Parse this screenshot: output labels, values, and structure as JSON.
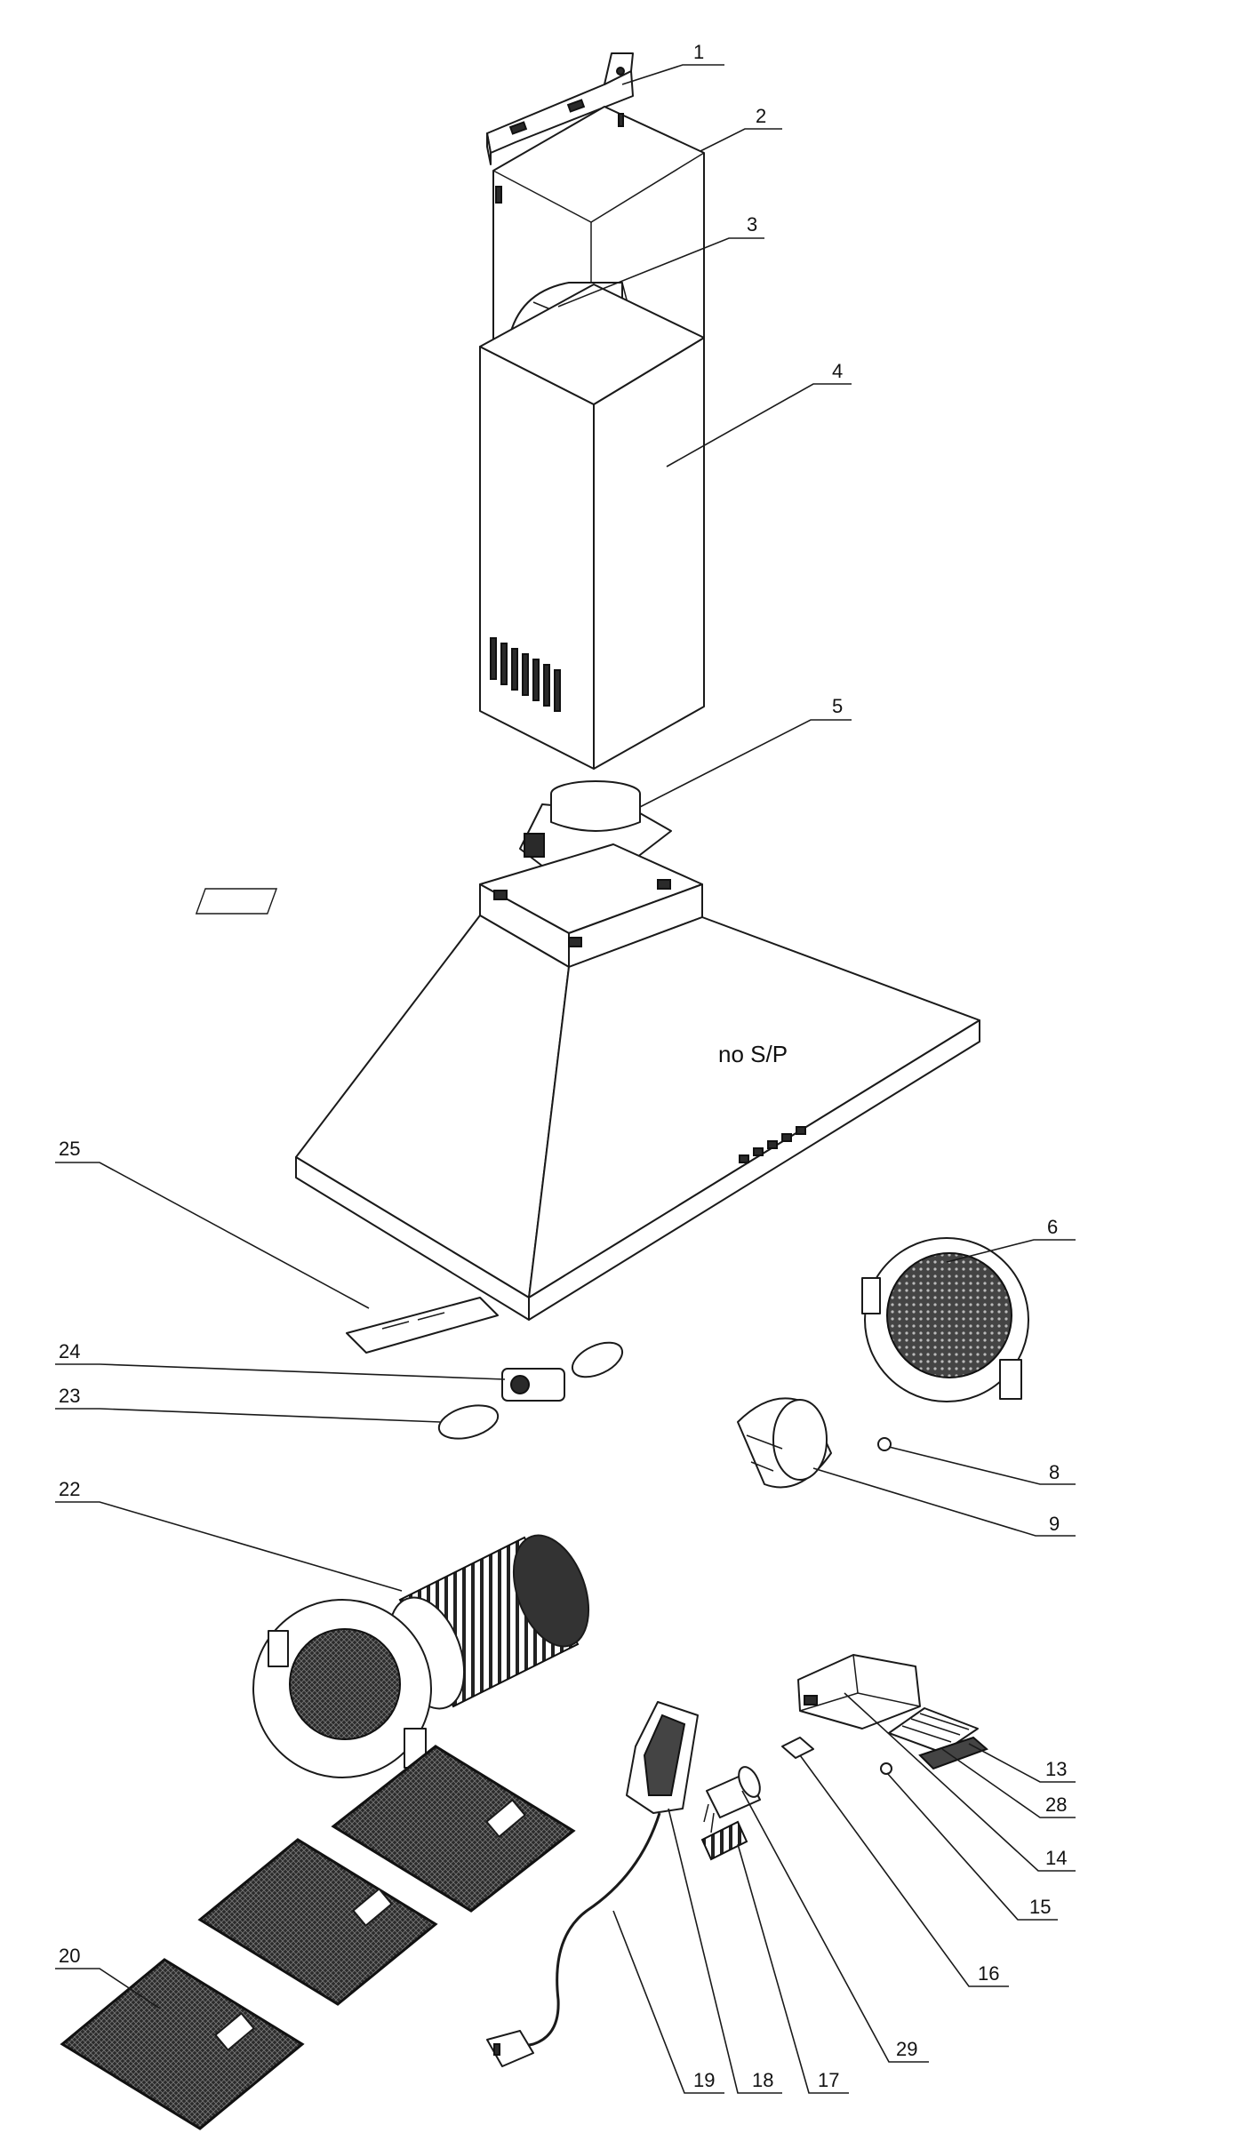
{
  "note": "no S/P",
  "callouts": [
    {
      "id": "c1",
      "label": "1"
    },
    {
      "id": "c2",
      "label": "2"
    },
    {
      "id": "c3",
      "label": "3"
    },
    {
      "id": "c4",
      "label": "4"
    },
    {
      "id": "c5",
      "label": "5"
    },
    {
      "id": "c6",
      "label": "6"
    },
    {
      "id": "c8",
      "label": "8"
    },
    {
      "id": "c9",
      "label": "9"
    },
    {
      "id": "c13",
      "label": "13"
    },
    {
      "id": "c28",
      "label": "28"
    },
    {
      "id": "c14",
      "label": "14"
    },
    {
      "id": "c15",
      "label": "15"
    },
    {
      "id": "c16",
      "label": "16"
    },
    {
      "id": "c29",
      "label": "29"
    },
    {
      "id": "c17",
      "label": "17"
    },
    {
      "id": "c18",
      "label": "18"
    },
    {
      "id": "c19",
      "label": "19"
    },
    {
      "id": "c20",
      "label": "20"
    },
    {
      "id": "c22",
      "label": "22"
    },
    {
      "id": "c23",
      "label": "23"
    },
    {
      "id": "c24",
      "label": "24"
    },
    {
      "id": "c25",
      "label": "25"
    }
  ]
}
